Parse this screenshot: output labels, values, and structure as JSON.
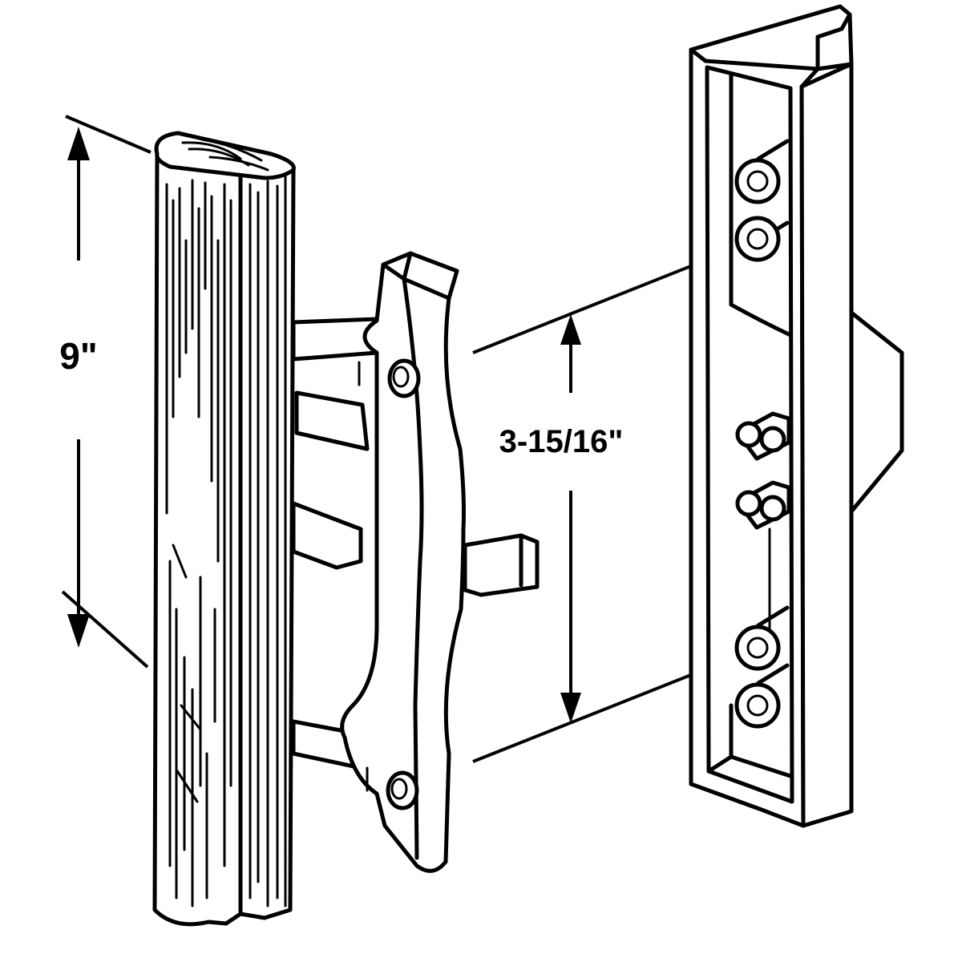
{
  "dimensions": {
    "overall_height": "9\"",
    "hole_spacing": "3-15/16\""
  },
  "colors": {
    "line": "#000000",
    "background": "#ffffff"
  },
  "parts": [
    "wooden-pull-handle",
    "latch-lever",
    "mounting-bracket-housing"
  ]
}
